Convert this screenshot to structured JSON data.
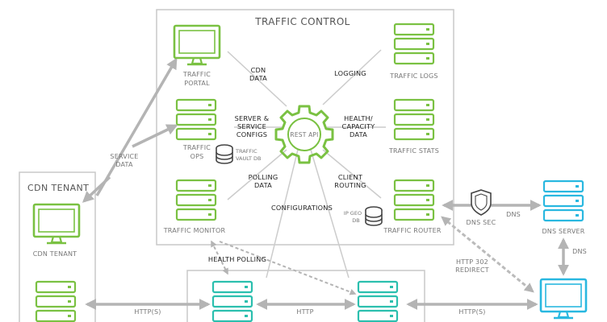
{
  "colors": {
    "green": "#7ac142",
    "teal": "#2bbfae",
    "blue": "#29b8e0",
    "gray_line": "#cccccc",
    "gray_arrow": "#b4b4b4",
    "frame": "#c8c8c8"
  },
  "frames": {
    "traffic_control": "TRAFFIC CONTROL",
    "cdn_tenant": "CDN TENANT"
  },
  "nodes": {
    "traffic_portal": [
      "TRAFFIC",
      "PORTAL"
    ],
    "traffic_logs": "TRAFFIC LOGS",
    "traffic_ops": [
      "TRAFFIC",
      "OPS"
    ],
    "traffic_vault": [
      "TRAFFIC",
      "VAULT DB"
    ],
    "rest_api": "REST API",
    "traffic_stats": "TRAFFIC STATS",
    "traffic_monitor": "TRAFFIC MONITOR",
    "ip_geo_db": [
      "IP GEO",
      "DB"
    ],
    "traffic_router": "TRAFFIC ROUTER",
    "cdn_tenant_monitor": "CDN TENANT",
    "dns_sec": "DNS SEC",
    "dns_server": "DNS SERVER"
  },
  "edges": {
    "cdn_data": [
      "CDN",
      "DATA"
    ],
    "logging": "LOGGING",
    "server_configs": [
      "SERVER &",
      "SERVICE",
      "CONFIGS"
    ],
    "health_capacity": [
      "HEALTH/",
      "CAPACITY",
      "DATA"
    ],
    "polling_data": [
      "POLLING",
      "DATA"
    ],
    "client_routing": [
      "CLIENT",
      "ROUTING"
    ],
    "configurations": "CONFIGURATIONS",
    "service_data": [
      "SERVICE",
      "DATA"
    ],
    "dns_1": "DNS",
    "dns_2": "DNS",
    "health_polling": "HEALTH POLLING",
    "http_302": [
      "HTTP 302",
      "REDIRECT"
    ],
    "https_left": "HTTP(S)",
    "http_mid": "HTTP",
    "https_right": "HTTP(S)"
  }
}
